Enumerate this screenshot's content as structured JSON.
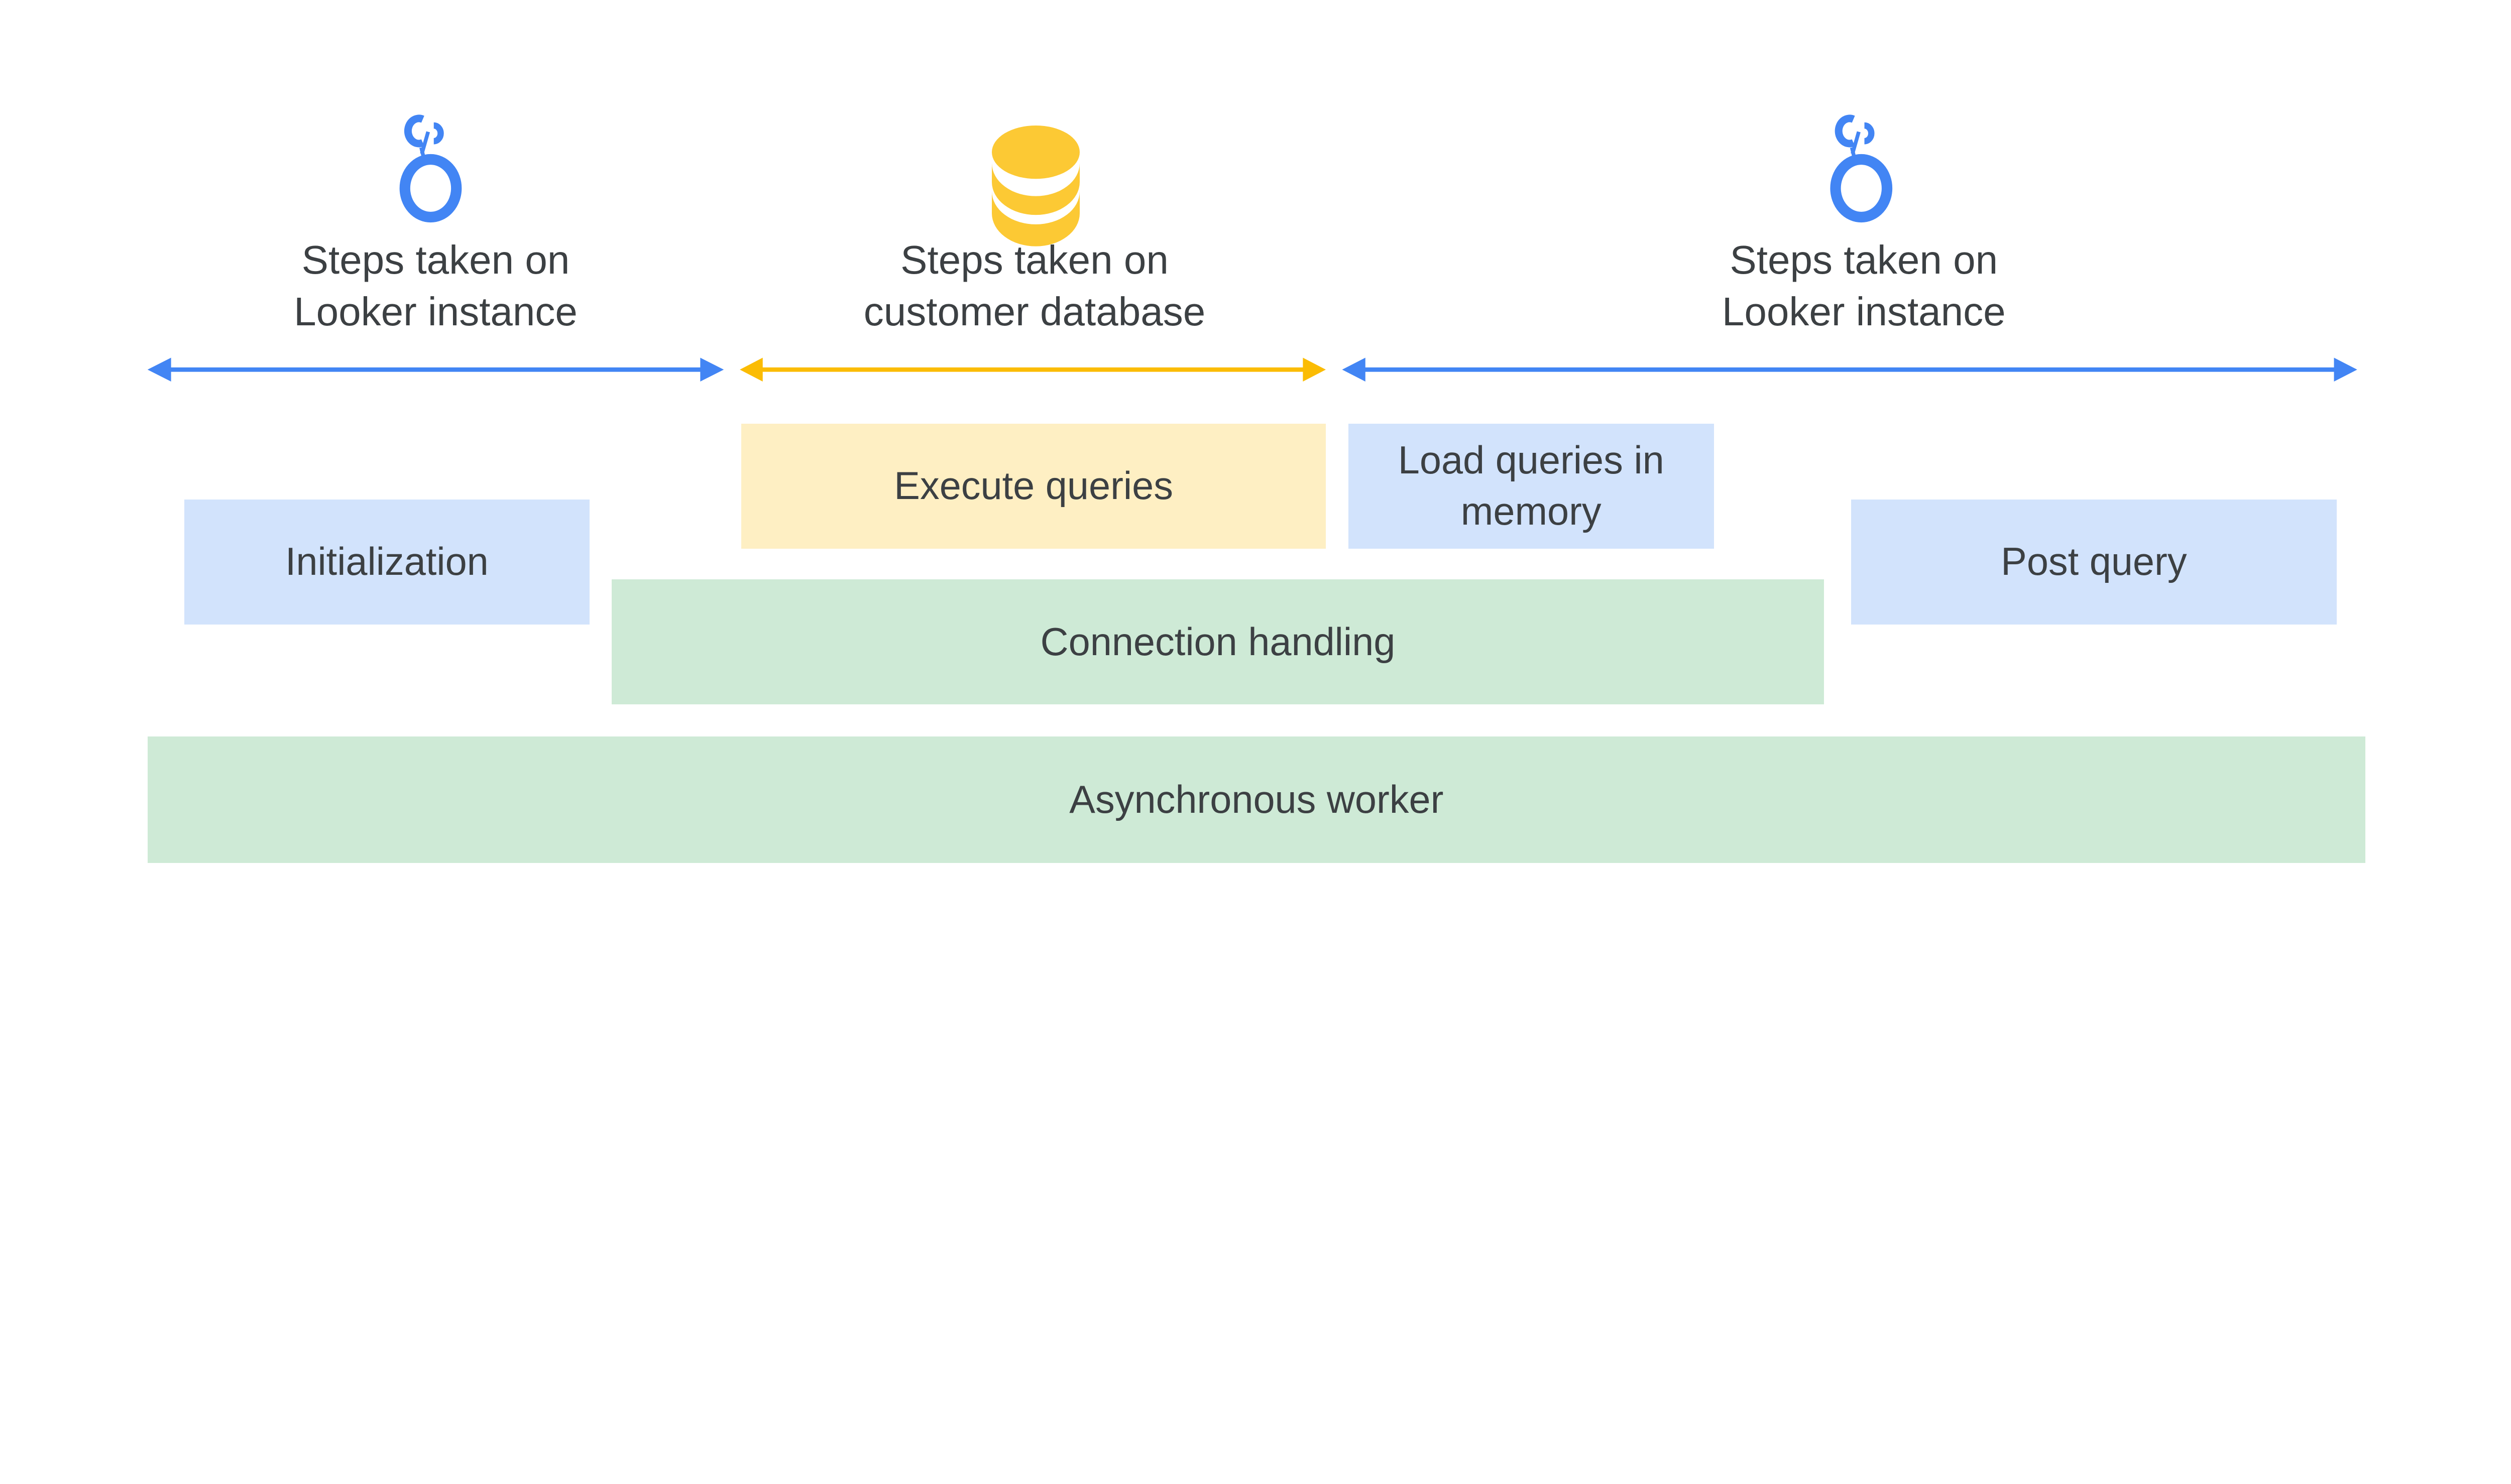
{
  "colors": {
    "blue": "#4285f4",
    "yellow": "#fbbc04",
    "db_icon": "#fcc934",
    "light_blue": "#d2e3fc",
    "light_yellow": "#feefc3",
    "light_green": "#ceead6",
    "text": "#3c4043"
  },
  "sections": [
    {
      "icon": "looker-icon",
      "line1": "Steps taken on",
      "line2": "Looker instance"
    },
    {
      "icon": "database-icon",
      "line1": "Steps taken on",
      "line2": "customer database"
    },
    {
      "icon": "looker-icon",
      "line1": "Steps taken on",
      "line2": "Looker instance"
    }
  ],
  "boxes": {
    "execute": "Execute queries",
    "load": "Load queries in memory",
    "init": "Initialization",
    "post": "Post query",
    "connection": "Connection handling",
    "async": "Asynchronous worker"
  }
}
